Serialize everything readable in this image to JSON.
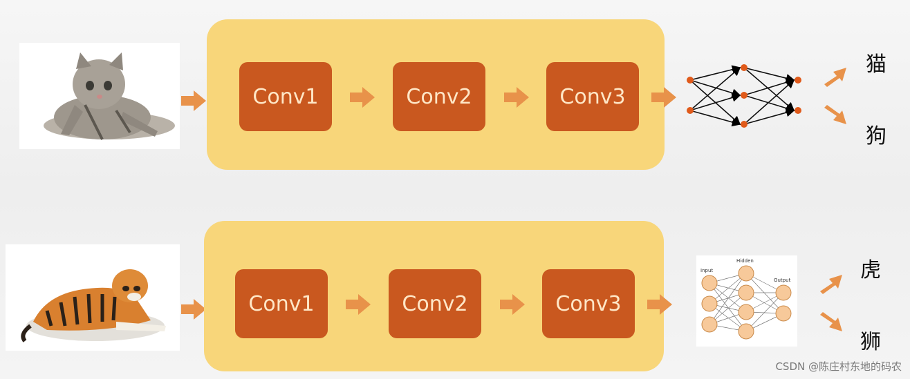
{
  "rows": [
    {
      "image": "kitten-photo",
      "layers": [
        "Conv1",
        "Conv2",
        "Conv3"
      ],
      "classifier": "fully-connected-network",
      "outputs": [
        "猫",
        "狗"
      ]
    },
    {
      "image": "tiger-photo",
      "layers": [
        "Conv1",
        "Conv2",
        "Conv3"
      ],
      "classifier": "fully-connected-network",
      "classifier_labels": {
        "input": "Input",
        "hidden": "Hidden",
        "output": "Output"
      },
      "outputs": [
        "虎",
        "狮"
      ]
    }
  ],
  "watermark": "CSDN @陈庄村东地的码农",
  "colors": {
    "stage": "#f8d67a",
    "conv_block": "#c9581f",
    "arrow": "#e8924a",
    "node_orange": "#e05a1a",
    "node_peach": "#f7c99a"
  }
}
